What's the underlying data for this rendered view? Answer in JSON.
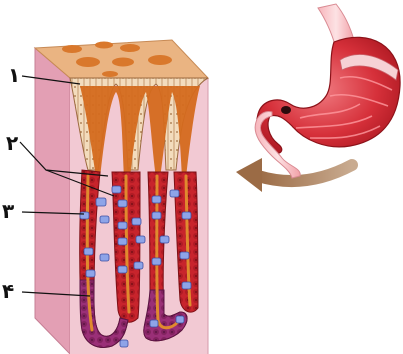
{
  "diagram": {
    "labels": [
      {
        "id": "label-1",
        "text": "۱"
      },
      {
        "id": "label-2",
        "text": "۲"
      },
      {
        "id": "label-3",
        "text": "۳"
      },
      {
        "id": "label-4",
        "text": "۴"
      }
    ]
  },
  "colors": {
    "block_side": "#e3a0b4",
    "block_front": "#f2c9d3",
    "block_top": "#e8b07d",
    "gland_lumen": "#d46a1e",
    "surface_cells": "#f1d9b8",
    "parietal": "#c8242c",
    "chief": "#8c2a6a",
    "stomach_red": "#d6303a",
    "arrow": "#a57852"
  }
}
